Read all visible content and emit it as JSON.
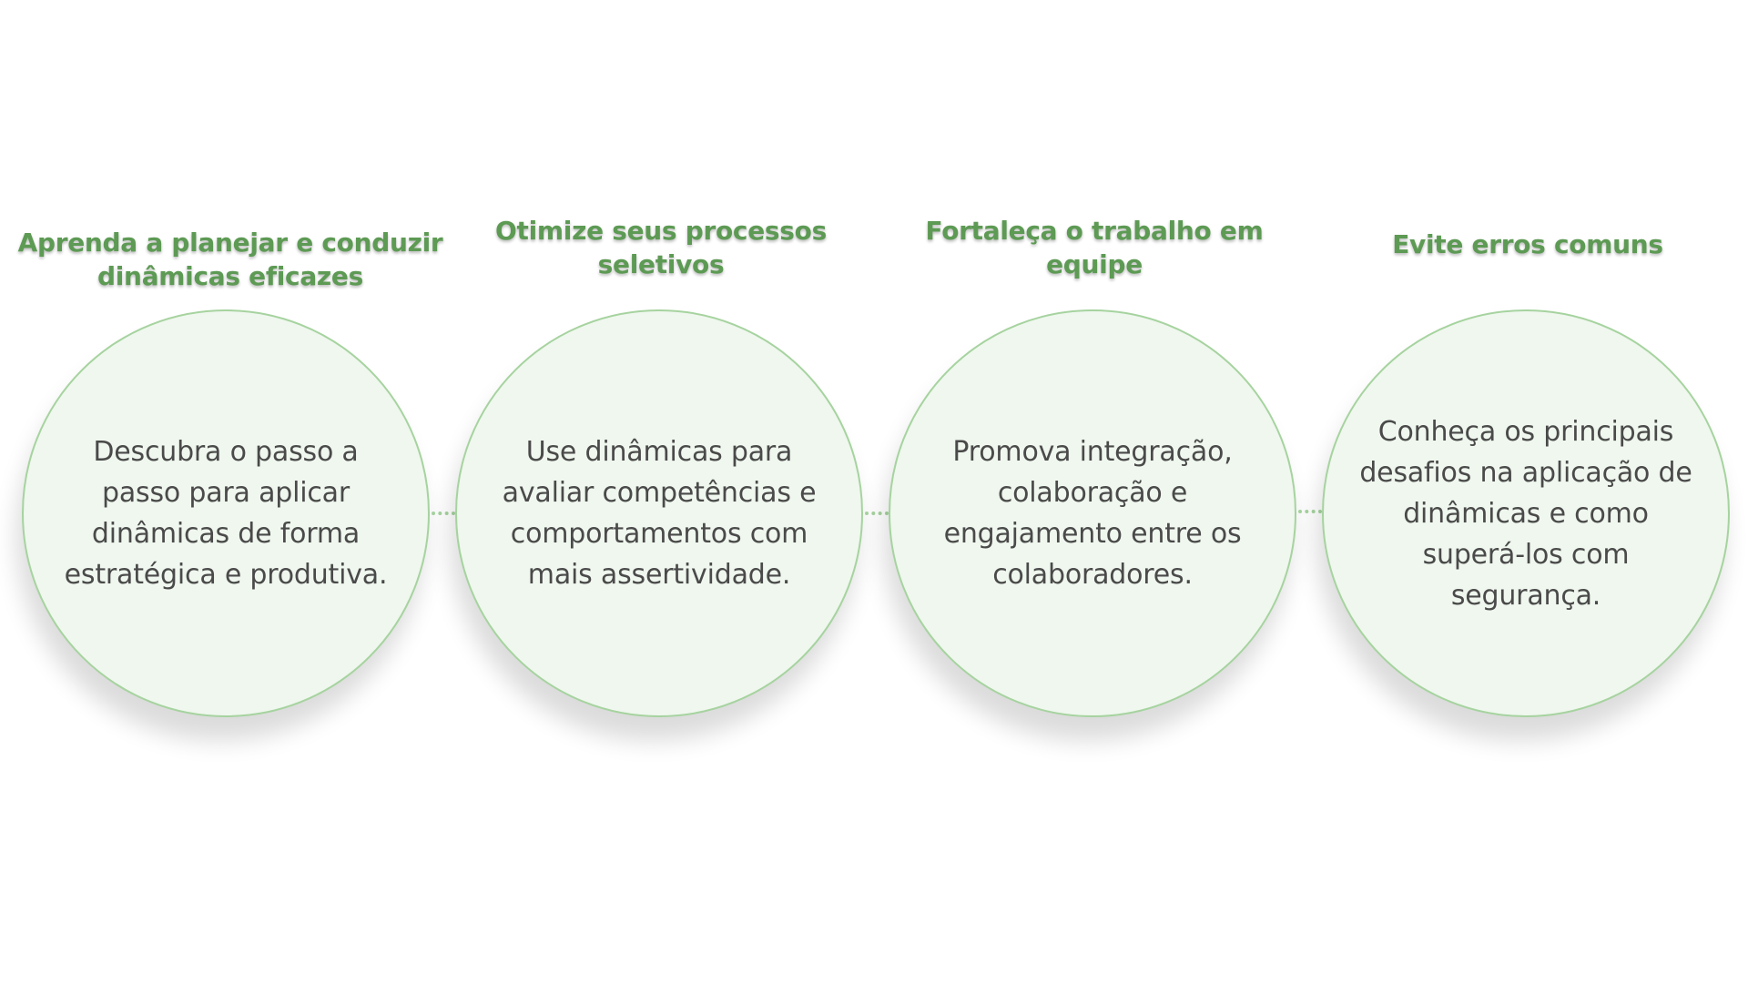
{
  "steps": [
    {
      "title": "Aprenda a planejar e conduzir dinâmicas eficazes",
      "text": "Descubra o passo a passo para aplicar dinâmicas de forma estratégica e produtiva."
    },
    {
      "title": "Otimize seus processos seletivos",
      "text": "Use dinâmicas para avaliar competências e comportamentos com mais assertividade."
    },
    {
      "title": "Fortaleça o trabalho em equipe",
      "text": "Promova integração, colaboração e engajamento entre os colaboradores."
    },
    {
      "title": "Evite erros comuns",
      "text": "Conheça os principais desafios na aplicação de dinâmicas e como superá-los com segurança."
    }
  ],
  "colors": {
    "title_green": "#5d9a54",
    "circle_fill": "#eff7ee",
    "circle_border": "#a6d39f",
    "body_text": "#4a4a4a"
  }
}
